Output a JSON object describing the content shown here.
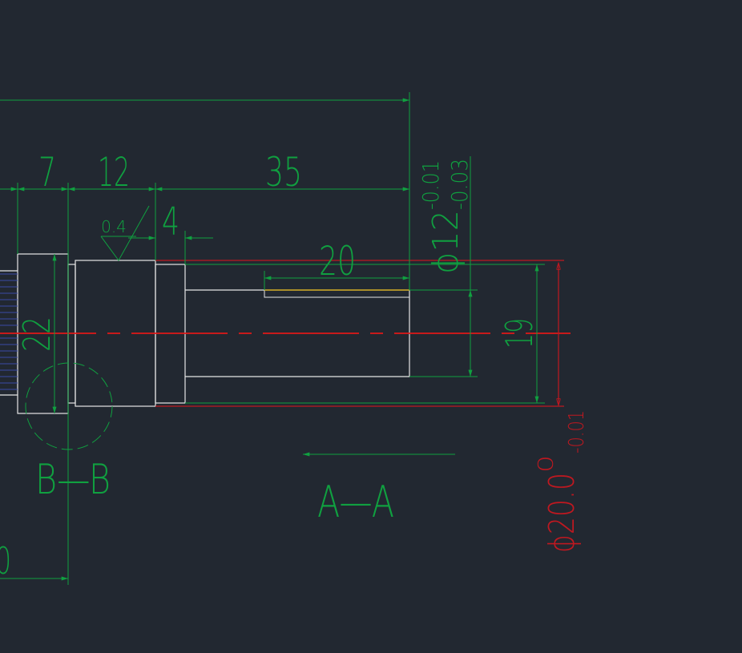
{
  "colors": {
    "background": "#222831",
    "dimension": "#10a040",
    "geometry": "#e6e6e6",
    "centerline": "#e01818",
    "tolerance_red": "#c01820",
    "keyway": "#c8a018",
    "hatch": "#3a4aa8"
  },
  "dimensions": {
    "d7": "7",
    "d12": "12",
    "d35": "35",
    "d4": "4",
    "d20": "20",
    "d22": "22",
    "d19": "19",
    "phi12": "ϕ12",
    "phi12_upper": "-0.01",
    "phi12_lower": "-0.03",
    "phi20": "ϕ20.0",
    "phi20_upper": "0",
    "phi20_lower": "-0.01",
    "bottom_left_partial": "0"
  },
  "surface_finish": {
    "roughness": "0.4"
  },
  "section_labels": {
    "bb": "B—B",
    "aa": "A—A"
  }
}
